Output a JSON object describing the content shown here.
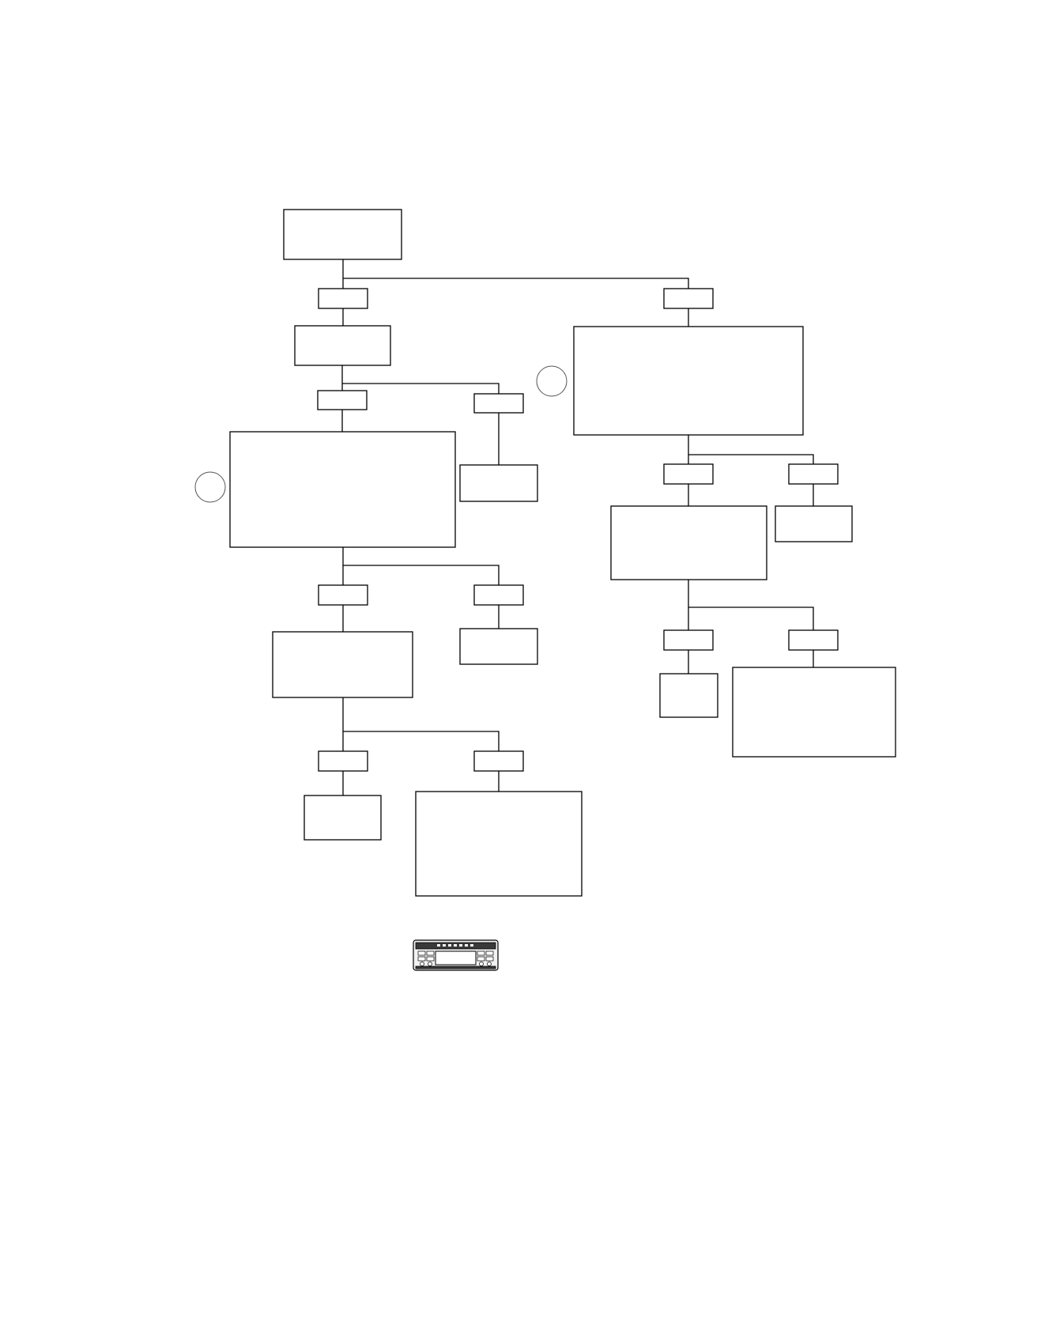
{
  "diagram": {
    "type": "flowchart",
    "description_visible_text": "",
    "nodes": [
      {
        "id": "start",
        "text": ""
      },
      {
        "id": "branch-left-label",
        "text": ""
      },
      {
        "id": "branch-right-label",
        "text": ""
      },
      {
        "id": "step-a",
        "text": ""
      },
      {
        "id": "step-a-yes-label",
        "text": ""
      },
      {
        "id": "step-a-no-label",
        "text": ""
      },
      {
        "id": "step-b",
        "text": ""
      },
      {
        "id": "step-a-no-result",
        "text": ""
      },
      {
        "id": "step-b-yes-label",
        "text": ""
      },
      {
        "id": "step-b-no-label",
        "text": ""
      },
      {
        "id": "step-c",
        "text": ""
      },
      {
        "id": "step-b-no-result",
        "text": ""
      },
      {
        "id": "step-c-yes-label",
        "text": ""
      },
      {
        "id": "step-c-no-label",
        "text": ""
      },
      {
        "id": "step-c-yes-result",
        "text": ""
      },
      {
        "id": "step-c-no-result",
        "text": ""
      },
      {
        "id": "step-r1",
        "text": ""
      },
      {
        "id": "step-r1-yes-label",
        "text": ""
      },
      {
        "id": "step-r1-no-label",
        "text": ""
      },
      {
        "id": "step-r2",
        "text": ""
      },
      {
        "id": "step-r1-no-result",
        "text": ""
      },
      {
        "id": "step-r2-yes-label",
        "text": ""
      },
      {
        "id": "step-r2-no-label",
        "text": ""
      },
      {
        "id": "step-r2-yes-result",
        "text": ""
      },
      {
        "id": "step-r2-no-result",
        "text": ""
      }
    ],
    "markers": [
      {
        "id": "marker-left",
        "text": ""
      },
      {
        "id": "marker-right",
        "text": ""
      }
    ],
    "colors": {
      "line": "#000000",
      "fill": "#ffffff",
      "marker_outline": "#555555"
    }
  },
  "device_illustration": {
    "icon": "car-stereo-head-unit-icon"
  }
}
